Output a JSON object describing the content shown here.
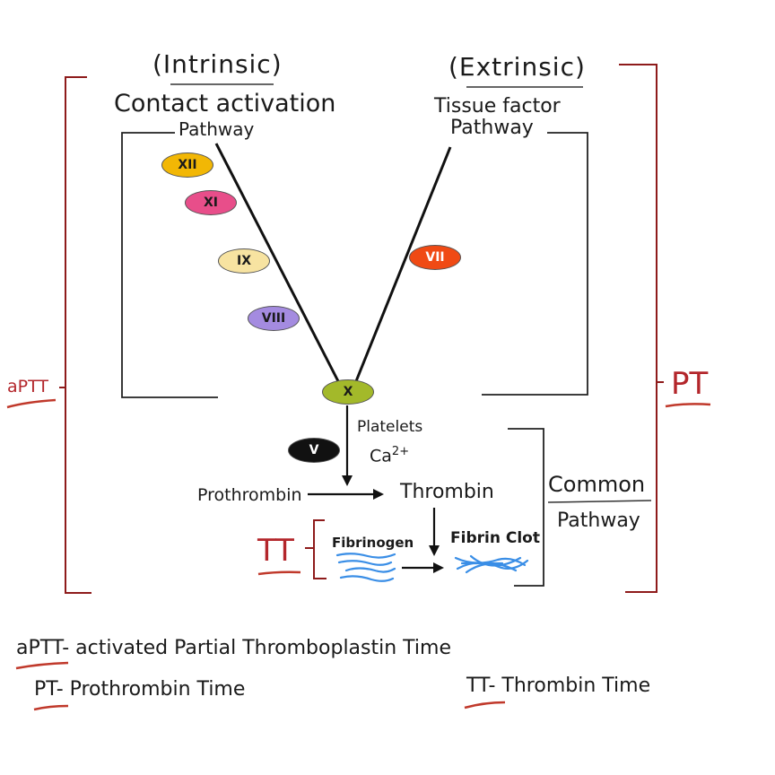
{
  "intrinsic": {
    "tag": "(Intrinsic)",
    "title": "Contact activation",
    "subtitle": "Pathway"
  },
  "extrinsic": {
    "tag": "(Extrinsic)",
    "title": "Tissue factor",
    "subtitle": "Pathway"
  },
  "factors": {
    "xii": {
      "label": "XII",
      "color": "#f2b705"
    },
    "xi": {
      "label": "XI",
      "color": "#e84e8a"
    },
    "ix": {
      "label": "IX",
      "color": "#f7e3a1"
    },
    "viii": {
      "label": "VIII",
      "color": "#a48be0"
    },
    "vii": {
      "label": "VII",
      "color": "#f04a14"
    },
    "x": {
      "label": "X",
      "color": "#a3b92a"
    },
    "v": {
      "label": "V",
      "color": "#111111"
    }
  },
  "cofactors": {
    "platelets": "Platelets",
    "calcium": "Ca",
    "calcium_sup": "2+"
  },
  "common": {
    "prothrombin": "Prothrombin",
    "thrombin": "Thrombin",
    "fibrinogen": "Fibrinogen",
    "fibrin_clot": "Fibrin Clot",
    "label_line1": "Common",
    "label_line2": "Pathway"
  },
  "brackets": {
    "aptt": "aPTT",
    "pt": "PT",
    "tt": "TT"
  },
  "legend": {
    "aptt_abbr": "aPTT",
    "aptt_text": "- activated Partial Thromboplastin Time",
    "pt_abbr": "PT",
    "pt_text": "- Prothrombin Time",
    "tt_abbr": "TT",
    "tt_text": "- Thrombin Time"
  },
  "colors": {
    "red": "#b3262b",
    "fibrin_blue": "#3a8ee6"
  }
}
